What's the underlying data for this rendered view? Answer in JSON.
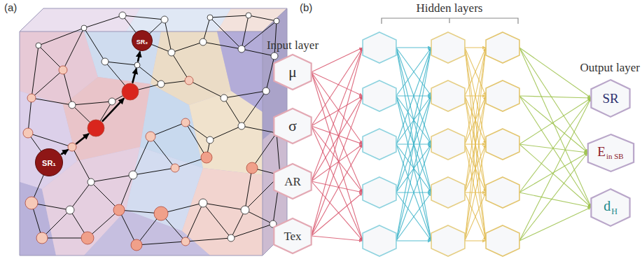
{
  "diagram": {
    "nodes": [
      {
        "text": [
          "SR₁"
        ]
      },
      {
        "text": [
          "SR₂"
        ]
      },
      {
        "text": [
          "μ"
        ]
      },
      {
        "text": [
          "σ"
        ]
      },
      {
        "text": [
          "AR"
        ]
      },
      {
        "text": [
          "Tex"
        ]
      },
      {
        "text": [
          "SR"
        ]
      },
      {
        "text": [
          "E",
          "in SB"
        ]
      },
      {
        "text": [
          "d",
          "H"
        ]
      }
    ],
    "edges": [
      {
        "from": 0,
        "to": 1,
        "arrow": "to"
      }
    ],
    "labels": [
      "(a)",
      "(b)",
      "Hidden layers",
      "Input layer",
      "Output layer"
    ]
  }
}
